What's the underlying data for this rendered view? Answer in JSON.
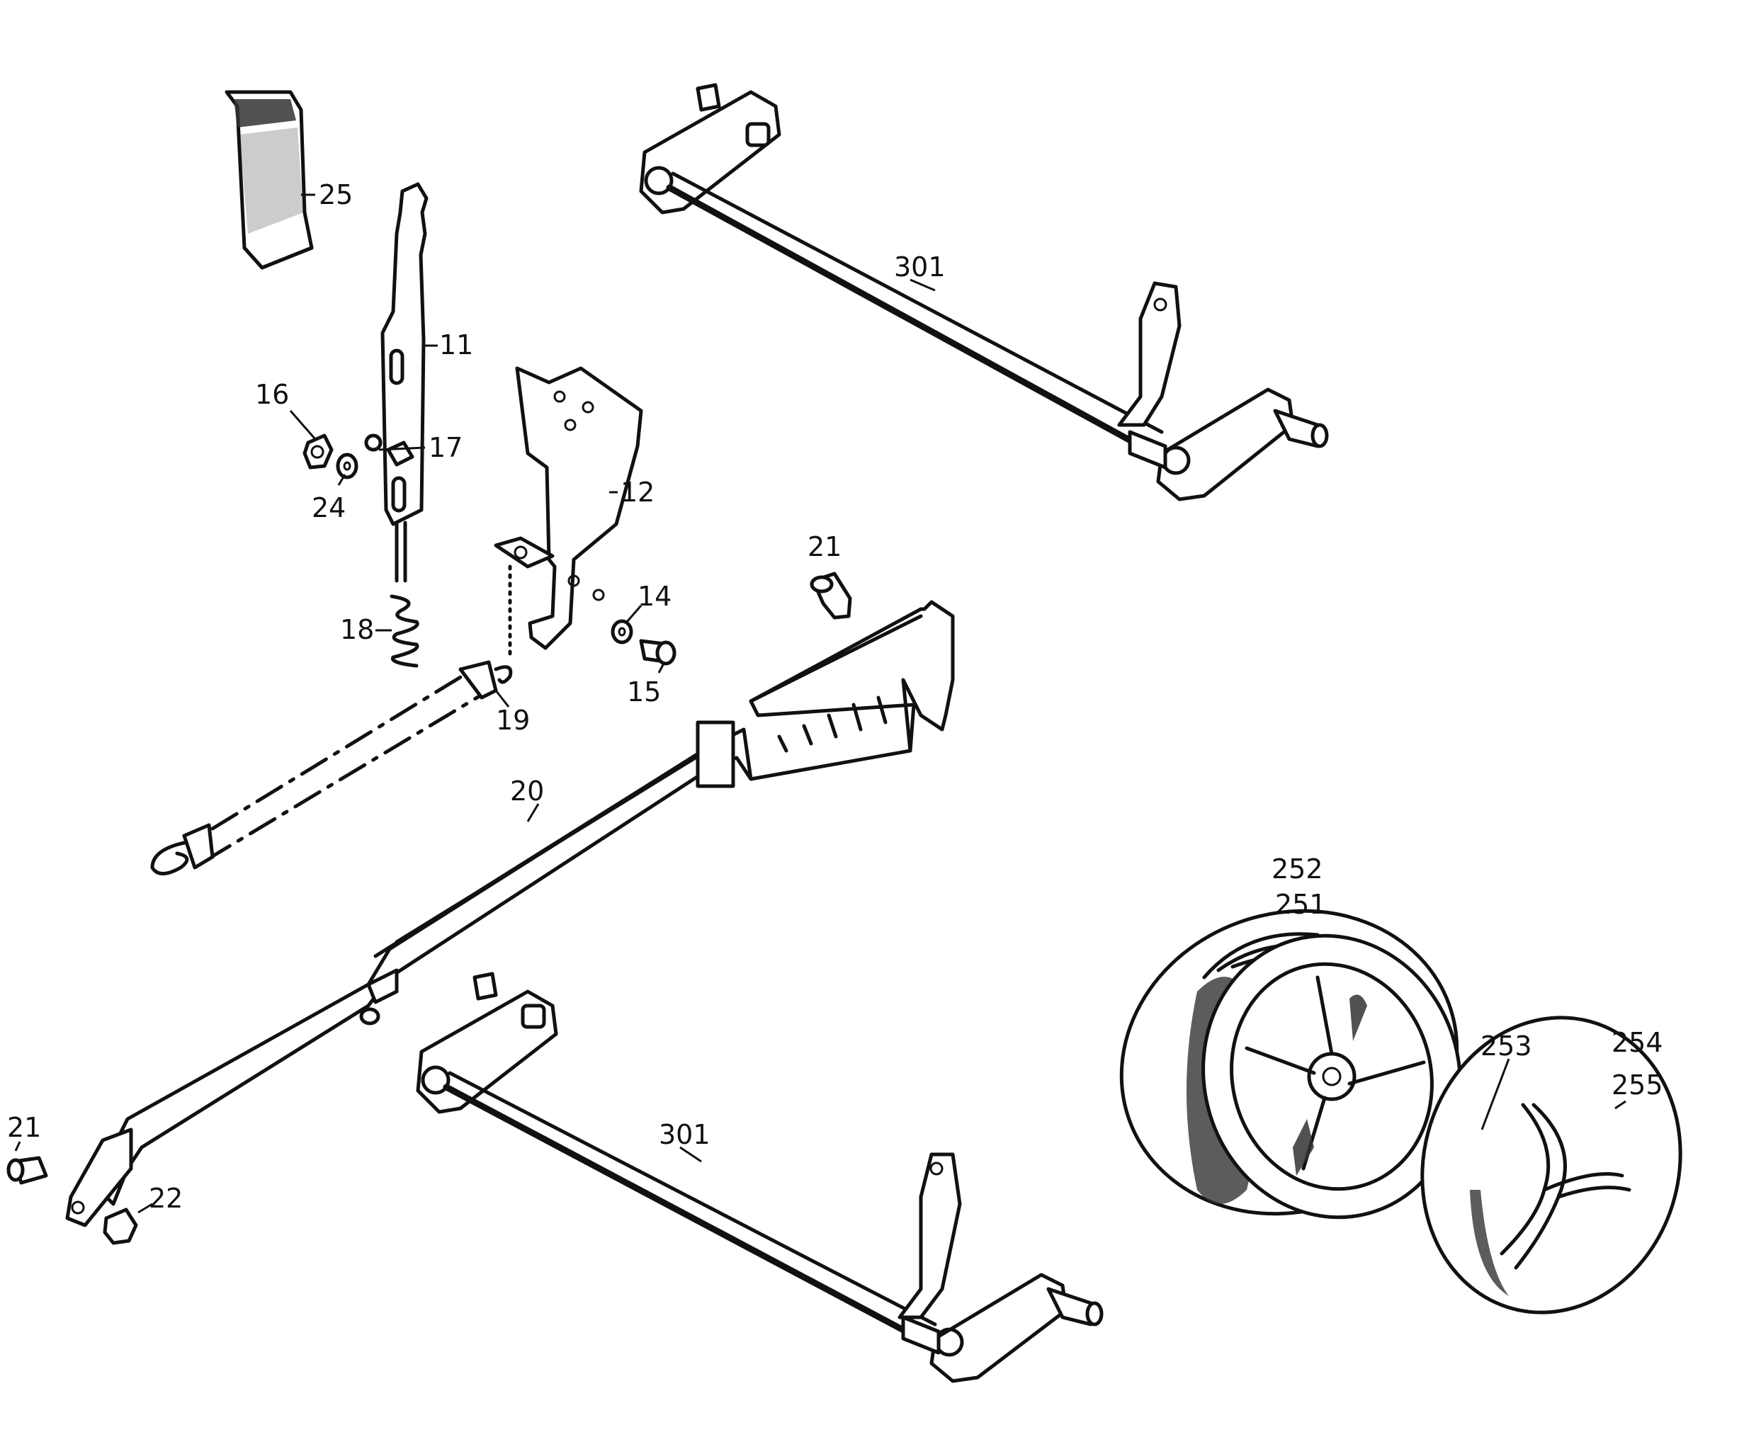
{
  "callouts": {
    "l25": "25",
    "l11": "11",
    "l16": "16",
    "l17": "17",
    "l24": "24",
    "l12": "12",
    "l18": "18",
    "l19": "19",
    "l14": "14",
    "l15": "15",
    "l21a": "21",
    "l20": "20",
    "l301a": "301",
    "l301b": "301",
    "l21b": "21",
    "l22": "22",
    "l252": "252",
    "l251": "251",
    "l253": "253",
    "l254": "254",
    "l255": "255"
  }
}
